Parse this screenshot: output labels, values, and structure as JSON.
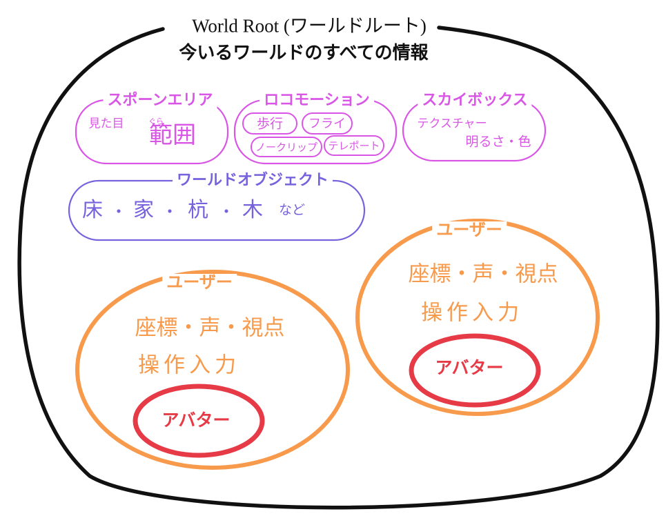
{
  "root": {
    "title": "World Root (ワールドルート)",
    "subtitle": "今いるワールドのすべての情報"
  },
  "spawn_area": {
    "title": "スポーンエリア",
    "items": [
      "見た目",
      "範囲"
    ],
    "ruby": "ぐら"
  },
  "locomotion": {
    "title": "ロコモーション",
    "items": [
      "歩行",
      "フライ",
      "ノークリップ",
      "テレポート"
    ]
  },
  "skybox": {
    "title": "スカイボックス",
    "items": [
      "テクスチャー",
      "明るさ・色"
    ]
  },
  "world_objects": {
    "title": "ワールドオブジェクト",
    "items": [
      "床",
      "家",
      "杭",
      "木"
    ],
    "suffix": "など"
  },
  "users": [
    {
      "title": "ユーザー",
      "line1": "座標・声・視点",
      "line2": "操作入力",
      "avatar": "アバター"
    },
    {
      "title": "ユーザー",
      "line1": "座標・声・視点",
      "line2": "操作入力",
      "avatar": "アバター"
    }
  ],
  "colors": {
    "root": "#111111",
    "magenta": "#d955e6",
    "blue": "#7662dc",
    "orange": "#f79a4c",
    "red": "#e63a46"
  }
}
